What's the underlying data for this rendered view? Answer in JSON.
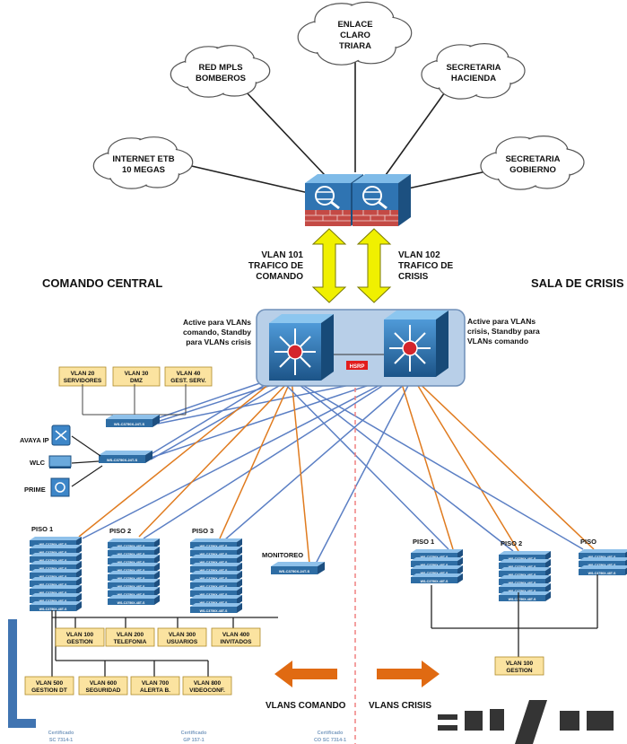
{
  "clouds": [
    {
      "id": "internet",
      "lines": [
        "INTERNET ETB",
        "10 MEGAS"
      ]
    },
    {
      "id": "mpls",
      "lines": [
        "RED MPLS",
        "BOMBEROS"
      ]
    },
    {
      "id": "claro",
      "lines": [
        "ENLACE",
        "CLARO",
        "TRIARA"
      ]
    },
    {
      "id": "hacienda",
      "lines": [
        "SECRETARIA",
        "HACIENDA"
      ]
    },
    {
      "id": "gobierno",
      "lines": [
        "SECRETARIA",
        "GOBIERNO"
      ]
    }
  ],
  "vlan_links": {
    "left": [
      "VLAN 101",
      "TRAFICO DE",
      "COMANDO"
    ],
    "right": [
      "VLAN 102",
      "TRAFICO DE",
      "CRISIS"
    ]
  },
  "sites": {
    "left": "COMANDO CENTRAL",
    "right": "SALA DE CRISIS"
  },
  "core_notes": {
    "left": [
      "Active para VLANs",
      "comando, Standby",
      "para VLANs crisis"
    ],
    "right": [
      "Active para VLANs",
      "crisis, Standby para",
      "VLANs comando"
    ]
  },
  "hsrp_label": "HSRP",
  "server_vlans": [
    [
      "VLAN 20",
      "SERVIDORES"
    ],
    [
      "VLAN 30",
      "DMZ"
    ],
    [
      "VLAN 40",
      "GEST. SERV."
    ]
  ],
  "switch_labels": {
    "server": "WS-C3750X-24T-S",
    "services": "WS-C3750X-24T-S",
    "monitoreo": "WS-C3750X-24T-S"
  },
  "devices": [
    "AVAYA IP",
    "WLC",
    "PRIME"
  ],
  "floors_left": [
    "PISO 1",
    "PISO 2",
    "PISO 3"
  ],
  "monitoreo": "MONITOREO",
  "floors_right": [
    "PISO 1",
    "PISO 2",
    "PISO"
  ],
  "stack_unit_label": "WS-C3750X-48T-S",
  "command_vlans": [
    [
      "VLAN 100",
      "GESTION"
    ],
    [
      "VLAN 200",
      "TELEFONIA"
    ],
    [
      "VLAN 300",
      "USUARIOS"
    ],
    [
      "VLAN 400",
      "INVITADOS"
    ],
    [
      "VLAN 500",
      "GESTION DT"
    ],
    [
      "VLAN 600",
      "SEGURIDAD"
    ],
    [
      "VLAN 700",
      "ALERTA B."
    ],
    [
      "VLAN 800",
      "VIDEOCONF."
    ]
  ],
  "crisis_vlan": [
    "VLAN 100",
    "GESTION"
  ],
  "legend": {
    "left": "VLANS COMANDO",
    "right": "VLANS CRISIS"
  },
  "footer": [
    [
      "Certificado",
      "SC 7314-1"
    ],
    [
      "Certificado",
      "GP 157-1"
    ],
    [
      "Certificado",
      "CO SC 7314-1"
    ]
  ],
  "colors": {
    "line_blue": "#5b7fc4",
    "line_orange": "#e07b1f",
    "arrow_yellow": "#f0f000",
    "arrow_orange": "#e06a12",
    "vlan_box": "#fbe3a0",
    "switch_blue": "#2e6da4",
    "firewall_red": "#b9403c",
    "dashed": "#f08080"
  }
}
